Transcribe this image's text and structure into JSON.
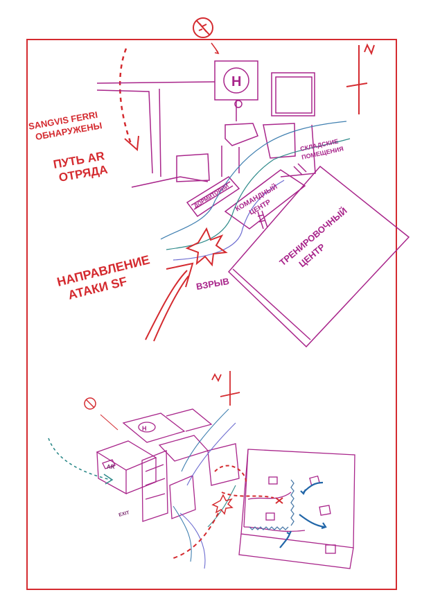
{
  "colors": {
    "frame": "#d42a2f",
    "red_ink": "#d42a2f",
    "magenta_ink": "#a8248a",
    "blue_ink": "#3f7fb0",
    "teal_ink": "#2e8a8a"
  },
  "icons": [
    "helicopter-crossed-out-icon",
    "north-arrow-icon",
    "explosion-icon"
  ],
  "labels": {
    "sangvis_line1": "SANGVIS FERRI",
    "sangvis_line2": "ОБНАРУЖЕНЫ",
    "ar_path_line1": "ПУТЬ AR",
    "ar_path_line2": "ОТРЯДА",
    "attack_line1": "НАПРАВЛЕНИЕ",
    "attack_line2": "АТАКИ SF",
    "explosion": "ВЗРЫВ",
    "dormitory": "ДОРМИТОРИЙ",
    "command_line1": "КОМАНДНЫЙ",
    "command_line2": "ЦЕНТР",
    "storage_line1": "СКЛАДСКИЕ",
    "storage_line2": "ПОМЕЩЕНИЯ",
    "training_line1": "ТРЕНИРОВОЧНЫЙ",
    "training_line2": "ЦЕНТР",
    "helipad_letter": "H",
    "north_letter": "N",
    "ar_small": "AR",
    "exit_small": "EXIT"
  }
}
